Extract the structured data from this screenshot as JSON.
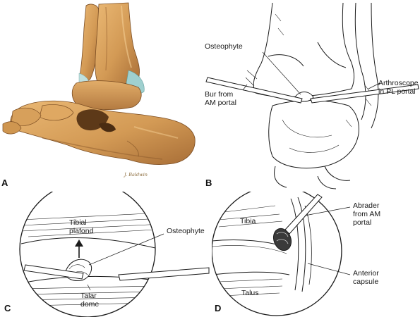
{
  "colors": {
    "bone": "#d9a35f",
    "bone_shadow": "#a9703a",
    "bone_dark": "#6f4520",
    "cartilage": "#9fd0cf",
    "ink": "#1b1b1b"
  },
  "panels": {
    "a": {
      "letter": "A",
      "signature": "J. Baldwin"
    },
    "b": {
      "letter": "B",
      "labels": {
        "osteophyte": "Osteophyte",
        "bur": "Bur  from\nAM portal",
        "arthroscope": "Arthroscope\nin PL portal"
      }
    },
    "c": {
      "letter": "C",
      "labels": {
        "tibial_plafond": "Tibial\nplafond",
        "osteophyte": "Osteophyte",
        "talar_dome": "Talar\ndome"
      }
    },
    "d": {
      "letter": "D",
      "labels": {
        "tibia": "Tibia",
        "abrader": "Abrader\nfrom AM\nportal",
        "anterior_capsule": "Anterior\ncapsule",
        "talus": "Talus"
      }
    }
  }
}
